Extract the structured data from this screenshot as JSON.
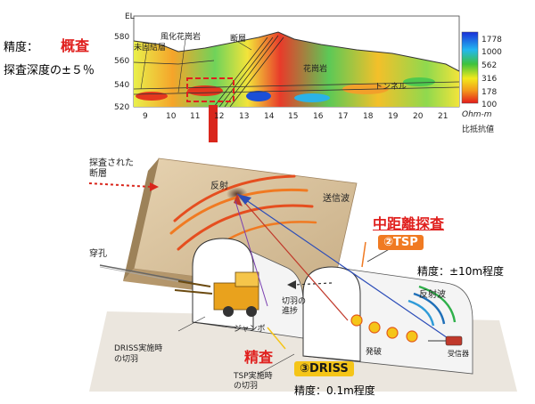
{
  "top_left": {
    "precision_label": "精度：",
    "precision_value": "概査",
    "depth_label": "探査深度の±５％"
  },
  "profile": {
    "y_axis_unit": "EL",
    "y_ticks": [
      "580",
      "560",
      "540",
      "520"
    ],
    "x_ticks": [
      "9",
      "10",
      "11",
      "12",
      "13",
      "14",
      "15",
      "16",
      "17",
      "18",
      "19",
      "20",
      "21"
    ],
    "labels": {
      "unconsolidated": "未固結層",
      "weathered_granite": "風化花崗岩",
      "fault": "断層",
      "granite": "花崗岩",
      "tunnel": "トンネル"
    },
    "colorbar_ticks": [
      "1778",
      "1000",
      "562",
      "316",
      "178",
      "100"
    ],
    "colorbar_unit": "Ohm-m",
    "colorbar_title": "比抵抗値"
  },
  "scene": {
    "surveyed_fault_label_1": "探査された",
    "surveyed_fault_label_2": "断層",
    "reflection": "反射",
    "transmitted_wave": "送信波",
    "mid_range_title": "中距離探査",
    "tsp_badge": "②TSP",
    "tsp_precision": "精度：±10m程度",
    "reflected_wave": "反射波",
    "borehole": "穿孔",
    "face_advance_1": "切羽の",
    "face_advance_2": "進捗",
    "jumbo": "ジャンボ",
    "blasting": "発破",
    "receiver": "受信器",
    "driss_face_1": "DRISS実施時",
    "driss_face_2": "の切羽",
    "tsp_face_1": "TSP実施時",
    "tsp_face_2": "の切羽",
    "detailed_survey": "精査",
    "driss_badge": "③DRISS",
    "driss_precision": "精度：0.1m程度"
  },
  "colors": {
    "red_text": "#e0201e",
    "tsp_badge_bg": "#f07a22",
    "driss_badge_bg": "#f5c518"
  }
}
